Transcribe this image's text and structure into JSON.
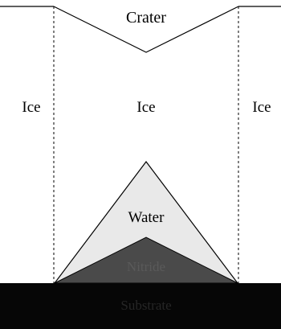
{
  "labels": {
    "crater": "Crater",
    "ice_left": "Ice",
    "ice_center": "Ice",
    "ice_right": "Ice",
    "water": "Water",
    "nitride": "Nitride",
    "substrate": "Substrate"
  },
  "colors": {
    "background": "#ffffff",
    "line": "#000000",
    "water_fill": "#e9e9e9",
    "nitride_fill": "#4a4a4a",
    "substrate_fill": "#060606",
    "dark_label_text": "#5a5a5a",
    "substrate_label_text": "#262626"
  }
}
